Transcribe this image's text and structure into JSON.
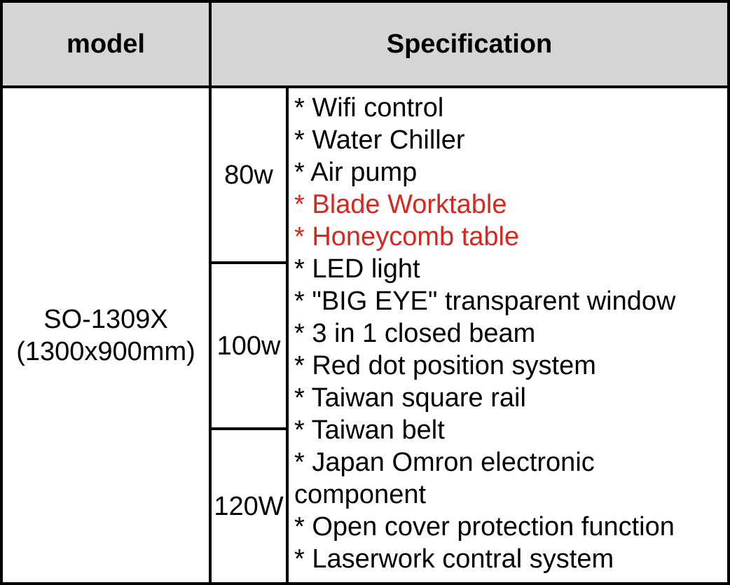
{
  "colors": {
    "border": "#000000",
    "header_bg": "#d5d5d5",
    "text": "#000000",
    "red": "#d7281e",
    "cell_bg": "#ffffff"
  },
  "table": {
    "headers": {
      "model": "model",
      "specification": "Specification"
    },
    "model": {
      "name": "SO-1309X",
      "size": "(1300x900mm)"
    },
    "power_options": [
      "80w",
      "100w",
      "120W"
    ],
    "bullet": "*",
    "spec_items": [
      {
        "text": "Wifi control",
        "red": false
      },
      {
        "text": "Water Chiller",
        "red": false
      },
      {
        "text": "Air pump",
        "red": false
      },
      {
        "text": "Blade Worktable",
        "red": true
      },
      {
        "text": "Honeycomb table",
        "red": true
      },
      {
        "text": "LED light",
        "red": false
      },
      {
        "text": "\"BIG EYE\" transparent window",
        "red": false
      },
      {
        "text": "3 in 1 closed beam",
        "red": false
      },
      {
        "text": "Red dot position system",
        "red": false
      },
      {
        "text": "Taiwan square rail",
        "red": false
      },
      {
        "text": "Taiwan belt",
        "red": false
      },
      {
        "text": "Japan Omron electronic component",
        "red": false
      },
      {
        "text": "Open cover protection function",
        "red": false
      },
      {
        "text": "Laserwork contral system",
        "red": false
      }
    ]
  }
}
